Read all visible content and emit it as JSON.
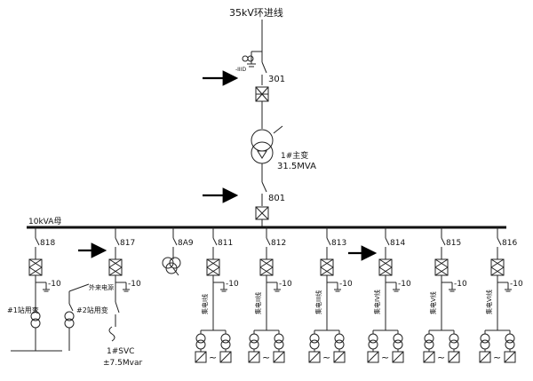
{
  "incoming": {
    "label": "35kV环进线",
    "breaker": "301"
  },
  "transformer": {
    "name": "1#主变",
    "capacity": "31.5MVA"
  },
  "main_breaker": "801",
  "busbar": {
    "label": "10kVA母"
  },
  "small_labels": {
    "earth": "-IIID",
    "neg10": "-10"
  },
  "feeders": [
    {
      "id": "818",
      "type": "aux"
    },
    {
      "id": "817",
      "type": "svc"
    },
    {
      "id": "8A9",
      "type": "pt"
    },
    {
      "id": "811",
      "type": "collector",
      "line": "集电I线"
    },
    {
      "id": "812",
      "type": "collector",
      "line": "集电II线"
    },
    {
      "id": "813",
      "type": "collector",
      "line": "集电III线"
    },
    {
      "id": "814",
      "type": "collector",
      "line": "集电IV线"
    },
    {
      "id": "815",
      "type": "collector",
      "line": "集电V线"
    },
    {
      "id": "816",
      "type": "collector",
      "line": "集电VI线"
    }
  ],
  "aux": {
    "tx1": "#1站用变",
    "tx2": "#2站用变",
    "source": "外来电源"
  },
  "svc": {
    "name": "1#SVC",
    "rating": "±7.5Mvar"
  },
  "inverter_symbol": "~",
  "arrows": [
    "arrow-to-301",
    "arrow-to-801",
    "arrow-to-817",
    "arrow-to-814"
  ]
}
